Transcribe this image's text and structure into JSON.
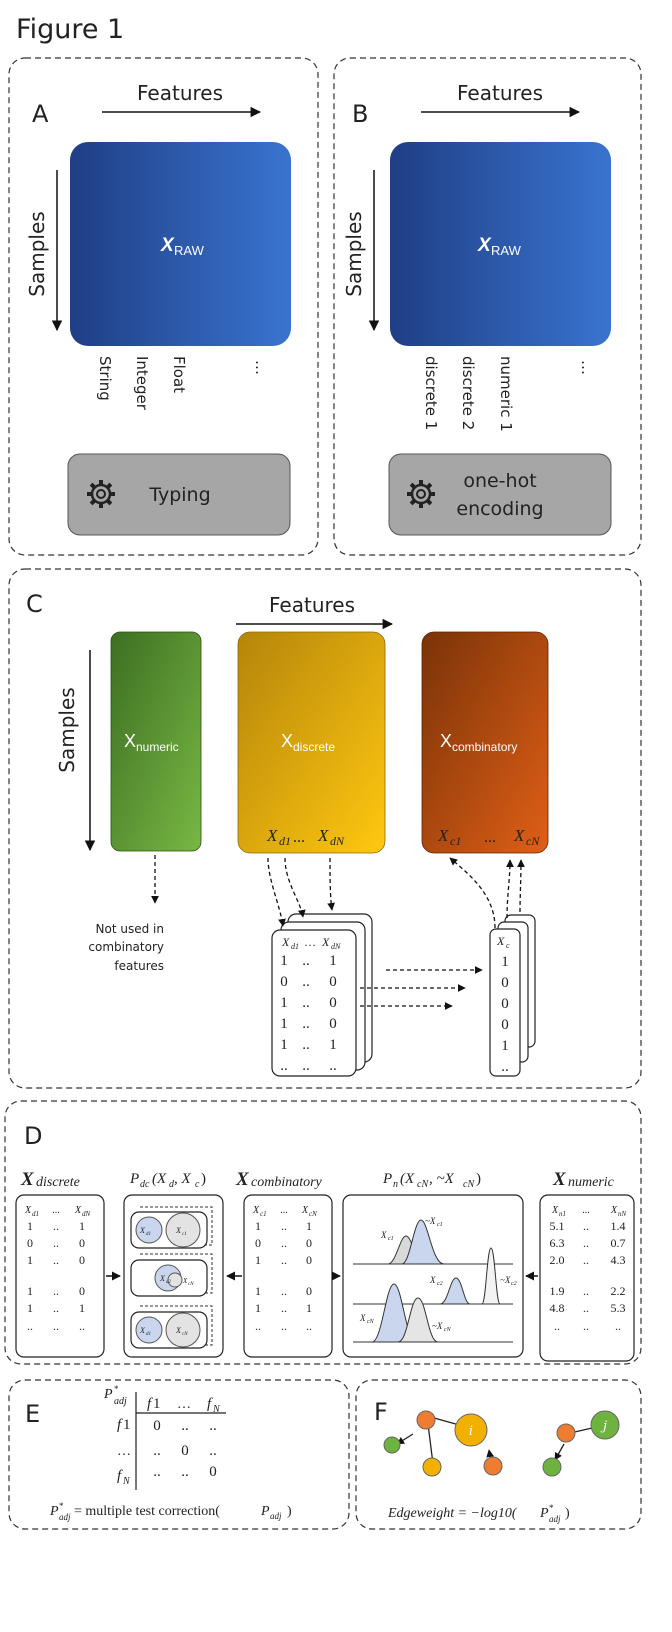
{
  "figure_title": "Figure 1",
  "panels": {
    "a": {
      "letter": "A",
      "features": "Features",
      "samples": "Samples",
      "matrix": {
        "sym": "X",
        "sub": "RAW"
      },
      "col_labels": [
        "String",
        "Integer",
        "Float"
      ],
      "ellipsis": "…",
      "action": "Typing"
    },
    "b": {
      "letter": "B",
      "features": "Features",
      "samples": "Samples",
      "matrix": {
        "sym": "X",
        "sub": "RAW"
      },
      "col_labels": [
        "discrete 1",
        "discrete 2",
        "numeric 1"
      ],
      "ellipsis": "…",
      "action_lines": [
        "one-hot",
        "encoding"
      ]
    },
    "c": {
      "letter": "C",
      "features": "Features",
      "samples": "Samples",
      "numeric": {
        "sym": "X",
        "sub": "numeric"
      },
      "discrete": {
        "sym": "X",
        "sub": "discrete",
        "first": "X",
        "first_sub": "d1",
        "dots": "...",
        "last": "X",
        "last_sub": "dN"
      },
      "combinatory": {
        "sym": "X",
        "sub": "combinatory",
        "first": "X",
        "first_sub": "c1",
        "dots": "...",
        "last": "X",
        "last_sub": "cN"
      },
      "not_used_lines": [
        "Not used in",
        "combinatory",
        "features"
      ],
      "stack_header": {
        "a": "X",
        "a_sub": "d1",
        "mid": "…",
        "b": "X",
        "b_sub": "dN"
      },
      "stack_rows": [
        [
          "1",
          "..",
          "1"
        ],
        [
          "0",
          "..",
          "0"
        ],
        [
          "1",
          "..",
          "0"
        ],
        [
          "1",
          "..",
          "0"
        ],
        [
          "1",
          "..",
          "1"
        ],
        [
          "..",
          "..",
          ".."
        ]
      ],
      "col_header": {
        "sym": "X",
        "sub": "c"
      },
      "col_values": [
        "1",
        "0",
        "0",
        "0",
        "1",
        ".."
      ]
    },
    "d": {
      "letter": "D",
      "titles": {
        "discrete": {
          "sym": "X",
          "sub": "discrete"
        },
        "pdc": {
          "p": "P",
          "p_sub": "dc",
          "args": "(X",
          "a1": "d",
          "mid": ", X",
          "a2": "c",
          "close": ")"
        },
        "combinatory": {
          "sym": "X",
          "sub": "combinatory"
        },
        "pn": {
          "p": "P",
          "p_sub": "n",
          "args": "(X",
          "a1": "cN",
          "mid": ", ~X",
          "a2": "cN",
          "close": ")"
        },
        "numeric": {
          "sym": "X",
          "sub": "numeric"
        }
      },
      "discrete_table": {
        "h1": "X",
        "h1_sub": "d1",
        "h2": "...",
        "h3": "X",
        "h3_sub": "dN",
        "rows": [
          [
            "1",
            "..",
            "1"
          ],
          [
            "0",
            "..",
            "0"
          ],
          [
            "1",
            "..",
            "0"
          ],
          [
            "1",
            "..",
            "0"
          ],
          [
            "1",
            "..",
            "1"
          ],
          [
            "..",
            "..",
            ".."
          ]
        ]
      },
      "combinatory_table": {
        "h1": "X",
        "h1_sub": "c1",
        "h2": "...",
        "h3": "X",
        "h3_sub": "cN",
        "rows": [
          [
            "1",
            "..",
            "1"
          ],
          [
            "0",
            "..",
            "0"
          ],
          [
            "1",
            "..",
            "0"
          ],
          [
            "1",
            "..",
            "0"
          ],
          [
            "1",
            "..",
            "1"
          ],
          [
            "..",
            "..",
            ".."
          ]
        ]
      },
      "numeric_table": {
        "h1": "X",
        "h1_sub": "n1",
        "h2": "...",
        "h3": "X",
        "h3_sub": "nN",
        "rows": [
          [
            "5.1",
            "..",
            "1.4"
          ],
          [
            "6.3",
            "..",
            "0.7"
          ],
          [
            "2.0",
            "..",
            "4.3"
          ],
          [
            "1.9",
            "..",
            "2.2"
          ],
          [
            "4.8",
            "..",
            "5.3"
          ],
          [
            "..",
            "..",
            ".."
          ]
        ]
      },
      "venn": [
        {
          "l": "X",
          "l_sub": "d1",
          "r": "X",
          "r_sub": "c1"
        },
        {
          "l": "X",
          "l_sub": "d2",
          "r": "X",
          "r_sub": "cN"
        },
        {
          "l": "X",
          "l_sub": "d1",
          "r": "X",
          "r_sub": "cN"
        }
      ],
      "dist_labels": [
        {
          "t": "X",
          "s": "c1"
        },
        {
          "t": "~X",
          "s": "c1"
        },
        {
          "t": "X",
          "s": "c2"
        },
        {
          "t": "~X",
          "s": "c2"
        },
        {
          "t": "X",
          "s": "cN"
        },
        {
          "t": "~X",
          "s": "cN"
        }
      ]
    },
    "e": {
      "letter": "E",
      "corner": {
        "p": "P",
        "sup": "*",
        "sub": "adj"
      },
      "col_headers": [
        {
          "t": "f",
          "s": "1"
        },
        {
          "t": "…",
          "s": ""
        },
        {
          "t": "f",
          "s": "N"
        }
      ],
      "row_headers": [
        {
          "t": "f",
          "s": "1"
        },
        {
          "t": "…",
          "s": ""
        },
        {
          "t": "f",
          "s": "N"
        }
      ],
      "cells": [
        [
          "0",
          "..",
          ".."
        ],
        [
          "..",
          "0",
          ".."
        ],
        [
          "..",
          "..",
          "0"
        ]
      ],
      "formula": {
        "lhs": "P",
        "lhs_sup": "*",
        "lhs_sub": "adj",
        "eq": " = multiple test correction(",
        "arg": "P",
        "arg_sub": "adj",
        "close": ")"
      }
    },
    "f": {
      "letter": "F",
      "node_i": "i",
      "node_j": "j",
      "formula": {
        "lhs": "Edgeweight = −log10(",
        "p": "P",
        "sup": "*",
        "sub": "adj",
        "close": ")"
      }
    }
  },
  "colors": {
    "blue_dark": "#1f3e85",
    "blue_light": "#3a74cf",
    "green_dark": "#3d6f22",
    "green_light": "#78b844",
    "yellow_dark": "#b5850a",
    "yellow_light": "#ffc810",
    "orange_dark": "#7a3308",
    "orange_light": "#e05f16",
    "gray_box": "#a6a6a6",
    "node_orange": "#ee7d31",
    "node_green": "#6eb33f",
    "node_yellow": "#f2b100",
    "dist_blue": "#c9d6ee",
    "dist_gray": "#d9d9d9"
  }
}
